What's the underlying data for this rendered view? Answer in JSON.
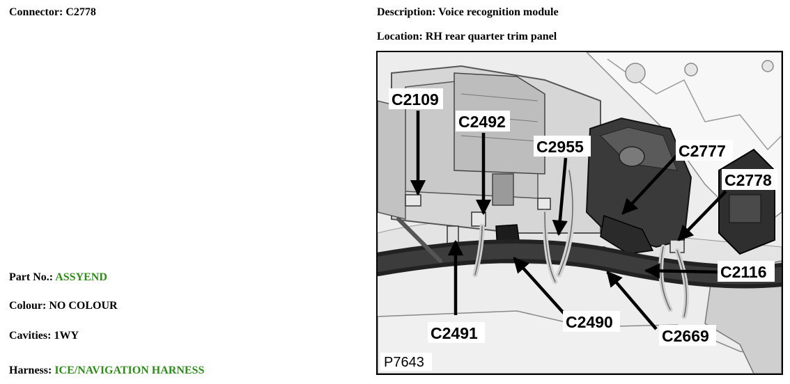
{
  "connector": {
    "label": "Connector:",
    "value": "C2778"
  },
  "description": {
    "label": "Description:",
    "value": "Voice recognition module"
  },
  "location": {
    "label": "Location:",
    "value": "RH rear quarter trim panel"
  },
  "part_no": {
    "label": "Part No.:",
    "value": "ASSYEND"
  },
  "colour": {
    "label": "Colour:",
    "value": "NO COLOUR"
  },
  "cavities": {
    "label": "Cavities:",
    "value": "1WY"
  },
  "harness": {
    "label": "Harness:",
    "value": "ICE/NAVIGATION HARNESS"
  },
  "figure": {
    "id": "P7643",
    "callouts": [
      "C2109",
      "C2492",
      "C2955",
      "C2777",
      "C2778",
      "C2116",
      "C2669",
      "C2490",
      "C2491"
    ]
  },
  "colors": {
    "value_highlight": "#2e8b1a"
  }
}
